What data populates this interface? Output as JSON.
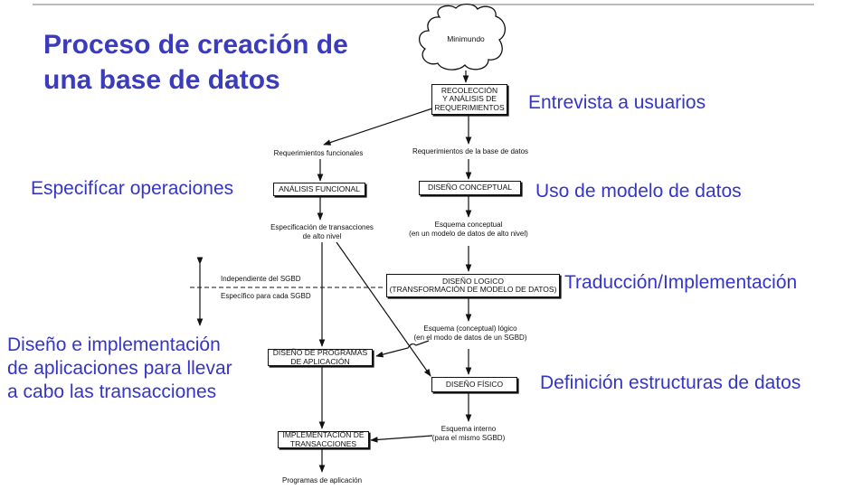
{
  "title": "Proceso de creación de\nuna base de datos",
  "annotations": {
    "entrevista": "Entrevista a usuarios",
    "especificar": "Especifícar operaciones",
    "uso_modelo": "Uso de modelo de datos",
    "traduccion": "Traducción/Implementación",
    "diseno_aplicaciones": "Diseño e implementación\nde aplicaciones para llevar\na cabo las transacciones",
    "definicion": "Definición estructuras de datos"
  },
  "diagram": {
    "cloud": "Minimundo",
    "boxes": {
      "recoleccion": "RECOLECCIÓN\nY ANÁLISIS DE\nREQUERIMIENTOS",
      "analisis_funcional": "ANÁLISIS FUNCIONAL",
      "diseno_conceptual": "DISEÑO CONCEPTUAL",
      "diseno_logico": "DISEÑO LOGICO\n(TRANSFORMACIÓN DE MODELO DE DATOS)",
      "diseno_programas": "DISEÑO DE PROGRAMAS\nDE APLICACIÓN",
      "diseno_fisico": "DISEÑO FÍSICO",
      "implementacion": "IMPLEMENTACIÓN DE\nTRANSACCIONES"
    },
    "labels": {
      "req_funcionales": "Requerimientos funcionales",
      "req_base_datos": "Requerimientos de la base de datos",
      "especificacion": "Especificación de transacciones\nde alto nivel",
      "esquema_conceptual": "Esquema conceptual\n(en un modelo de datos de alto nivel)",
      "independiente": "Independiente del SGBD",
      "especifico": "Específico para cada SGBD",
      "esquema_logico": "Esquema (conceptual) lógico\n(en el modo de datos de un SGBD)",
      "esquema_interno": "Esquema interno\n(para el mismo SGBD)",
      "programas": "Programas de aplicación"
    }
  }
}
